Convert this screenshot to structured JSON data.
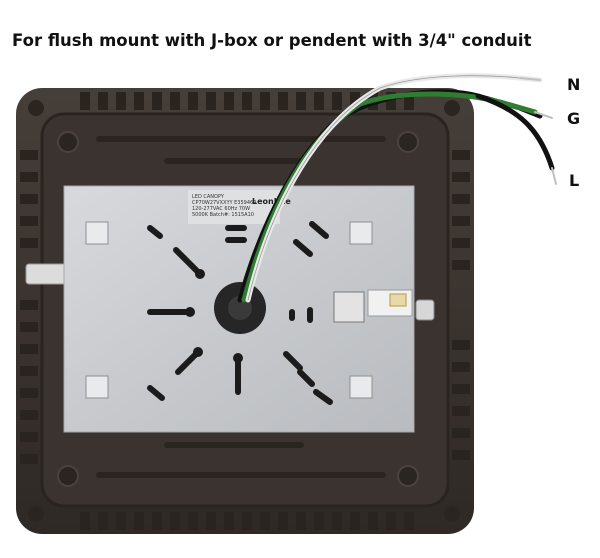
{
  "caption": "For flush mount with J-box or pendent with 3/4\" conduit",
  "wire_labels": {
    "neutral": "N",
    "ground": "G",
    "line": "L"
  },
  "product_label": {
    "brand": "LeonLite",
    "lines": [
      "LED CANOPY",
      "CP70W27VXXYY E359469",
      "120-277VAC 60Hz 70W",
      "5000K  Batch#: 1515A10"
    ]
  },
  "colors": {
    "housing": "#3b3430",
    "plate": "#c9ccd0",
    "wire_neutral": "#e9e9e9",
    "wire_ground": "#2e7d32",
    "wire_line": "#111111"
  }
}
